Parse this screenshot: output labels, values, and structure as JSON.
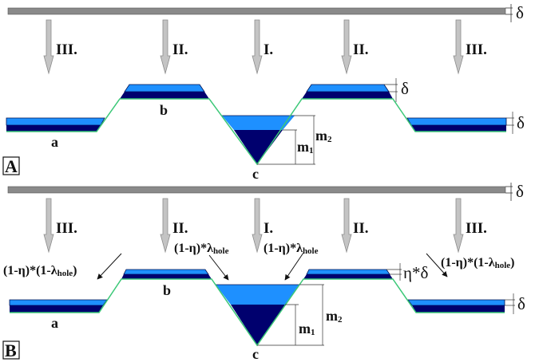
{
  "title": "Deposition over surface sites a, b, c (panels A and B)",
  "colors": {
    "source_bar": "#8a8a8a",
    "arrow": "#c4c4c4",
    "layer_light": "#1e90ff",
    "layer_dark": "#00006e",
    "substrate_line": "#3cc878",
    "dimension_line": "#333333"
  },
  "panelA": {
    "label": "A",
    "flux_arrows": [
      "III.",
      "II.",
      "I.",
      "II.",
      "III."
    ],
    "sites": {
      "a": "a",
      "b": "b",
      "c": "c"
    },
    "thickness_labels": [
      "δ",
      "δ",
      "δ"
    ],
    "m1": "m",
    "m1_sub": "1",
    "m2": "m",
    "m2_sub": "2"
  },
  "panelB": {
    "label": "B",
    "flux_arrows": [
      "III.",
      "II.",
      "I.",
      "II.",
      "III."
    ],
    "sites": {
      "a": "a",
      "b": "b",
      "c": "c"
    },
    "thickness_labels": [
      "δ",
      "η*δ",
      "δ"
    ],
    "formulas": {
      "left_outer": {
        "main": "(1-η)*(1-λ",
        "sub": "hole",
        "tail": ")"
      },
      "left_inner": {
        "main": "(1-η)*λ",
        "sub": "hole",
        "tail": ""
      },
      "right_inner": {
        "main": "(1-η)*λ",
        "sub": "hole",
        "tail": ""
      },
      "right_outer": {
        "main": "(1-η)*(1-λ",
        "sub": "hole",
        "tail": ")"
      }
    },
    "m1": "m",
    "m1_sub": "1",
    "m2": "m",
    "m2_sub": "2"
  }
}
